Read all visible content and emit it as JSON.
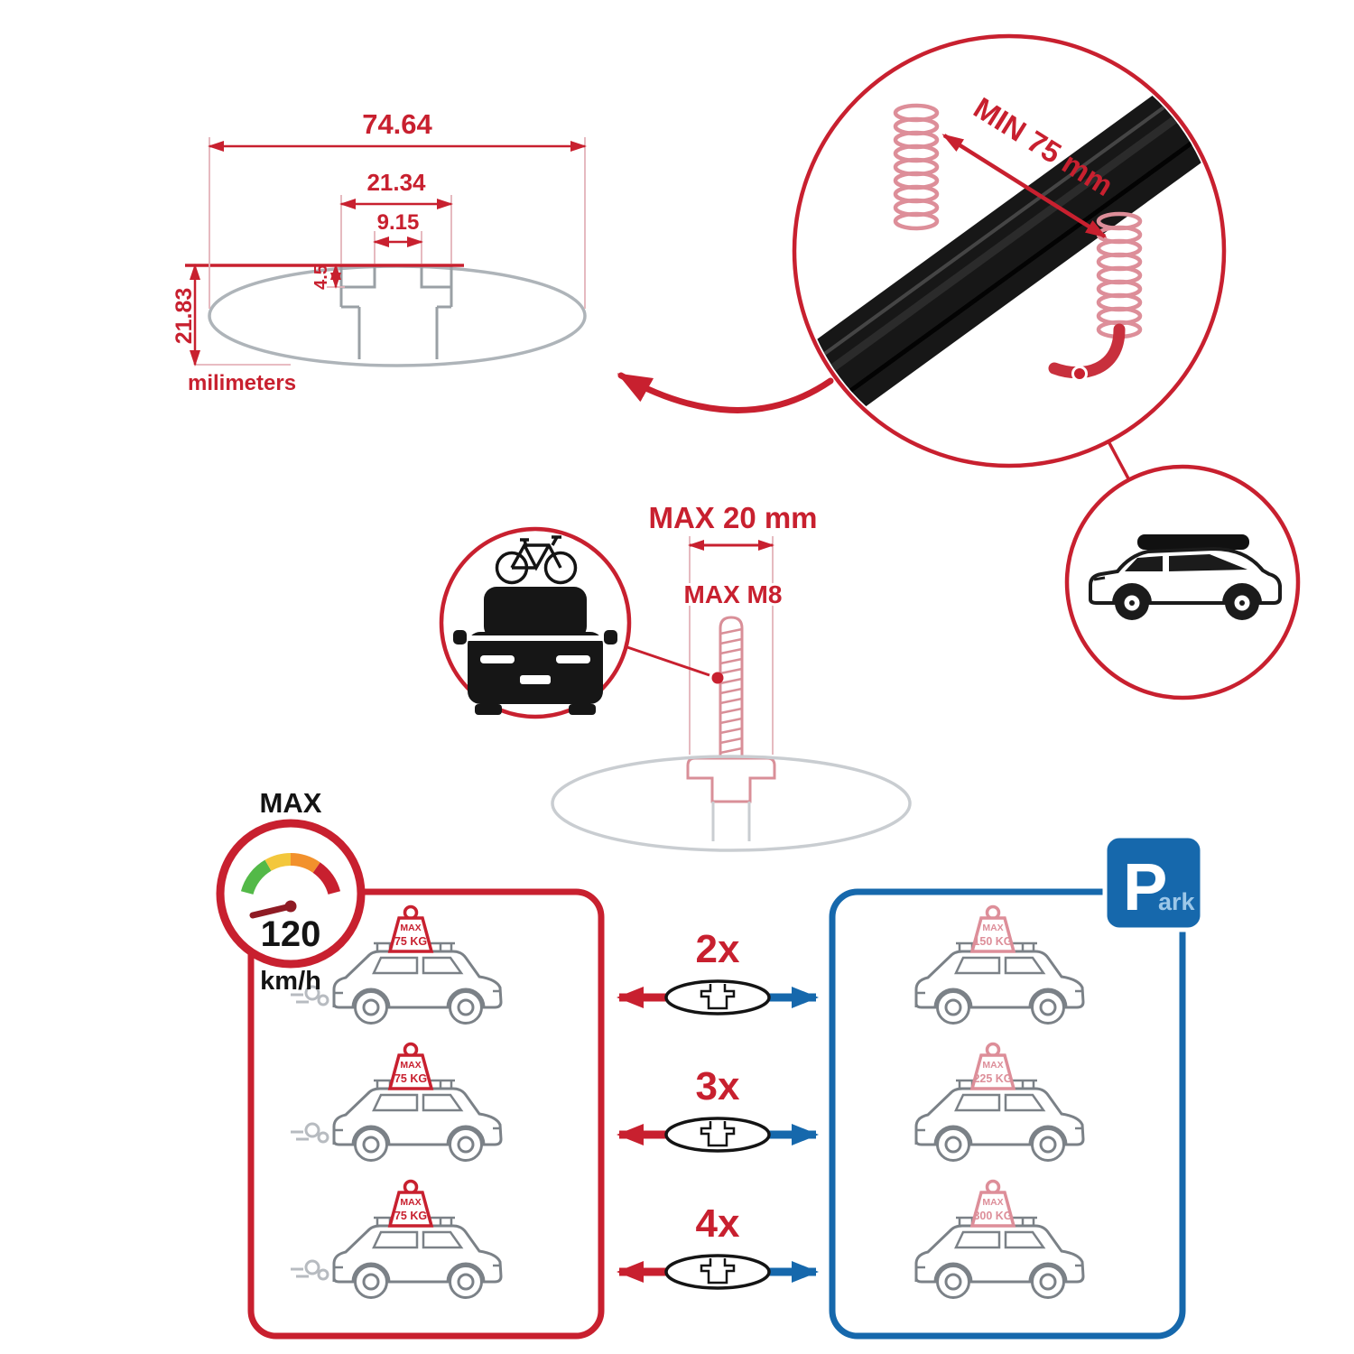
{
  "colors": {
    "red": "#c8202f",
    "blue": "#1668ac",
    "light_blue": "#9cc7e8",
    "pink": "#dd8e99",
    "car_gray": "#7b8187",
    "ghost_gray": "#c9cdd1",
    "black": "#141414",
    "gauge_green": "#53b948",
    "gauge_yellow": "#f3c73c",
    "gauge_orange": "#f2912c",
    "gauge_red": "#c8202f"
  },
  "dimension_diagram": {
    "total_width": "74.64",
    "upper_width": "21.34",
    "slot_width": "9.15",
    "lip_height": "4.5",
    "total_height": "21.83",
    "unit_label": "milimeters"
  },
  "bar_zoom": {
    "min_span_label": "MIN 75 mm"
  },
  "bolt_diagram": {
    "max_width_label": "MAX 20 mm",
    "max_thread_label": "MAX M8"
  },
  "speed_limit": {
    "label": "MAX",
    "value": "120",
    "unit": "km/h"
  },
  "park_sign": {
    "letter": "P",
    "rest": "ark"
  },
  "comparison": {
    "multipliers": [
      {
        "label": "2x"
      },
      {
        "label": "3x"
      },
      {
        "label": "4x"
      }
    ],
    "driving_cars": [
      {
        "badge_label": "MAX",
        "badge_weight": "75 KG"
      },
      {
        "badge_label": "MAX",
        "badge_weight": "75 KG"
      },
      {
        "badge_label": "MAX",
        "badge_weight": "75 KG"
      }
    ],
    "parked_cars": [
      {
        "badge_label": "MAX",
        "badge_weight": "150 KG"
      },
      {
        "badge_label": "MAX",
        "badge_weight": "225 KG"
      },
      {
        "badge_label": "MAX",
        "badge_weight": "300 KG"
      }
    ]
  }
}
